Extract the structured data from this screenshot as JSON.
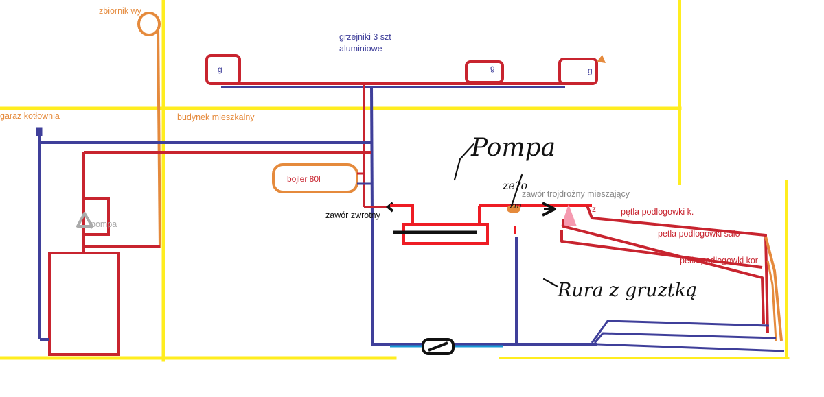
{
  "colors": {
    "wall": "#ffed1f",
    "supply": "#c8242f",
    "bright_red": "#ee1c24",
    "return": "#3f3f9a",
    "tank": "#e58a3c",
    "sky": "#199ad6",
    "ink": "#111111",
    "pink": "#f59ab0",
    "gray": "#aaaaaa"
  },
  "labels": {
    "tank": "zbiornik wy",
    "radiators_line1": "grzejniki 3 szt",
    "radiators_line2": "aluminiowe",
    "boiler_room": "garaz kotłownia",
    "house": "budynek mieszkalny",
    "boiler": "bojler 80l",
    "pump_left": "pompa",
    "check_valve": "zawór zwrotny",
    "mixing_valve": "zawór trojdrożny mieszający",
    "loop_1": "pętla podlogowki k.",
    "loop_2": "petla podlogowki salo",
    "loop_3": "petla podlogowki kor",
    "radiator_mark": "g",
    "hand_pump": "Pompa",
    "hand_pipe": "Rura z gruztką",
    "hand_zm": "zm",
    "hand_scribble": "ze?o",
    "hand_z": "z"
  }
}
